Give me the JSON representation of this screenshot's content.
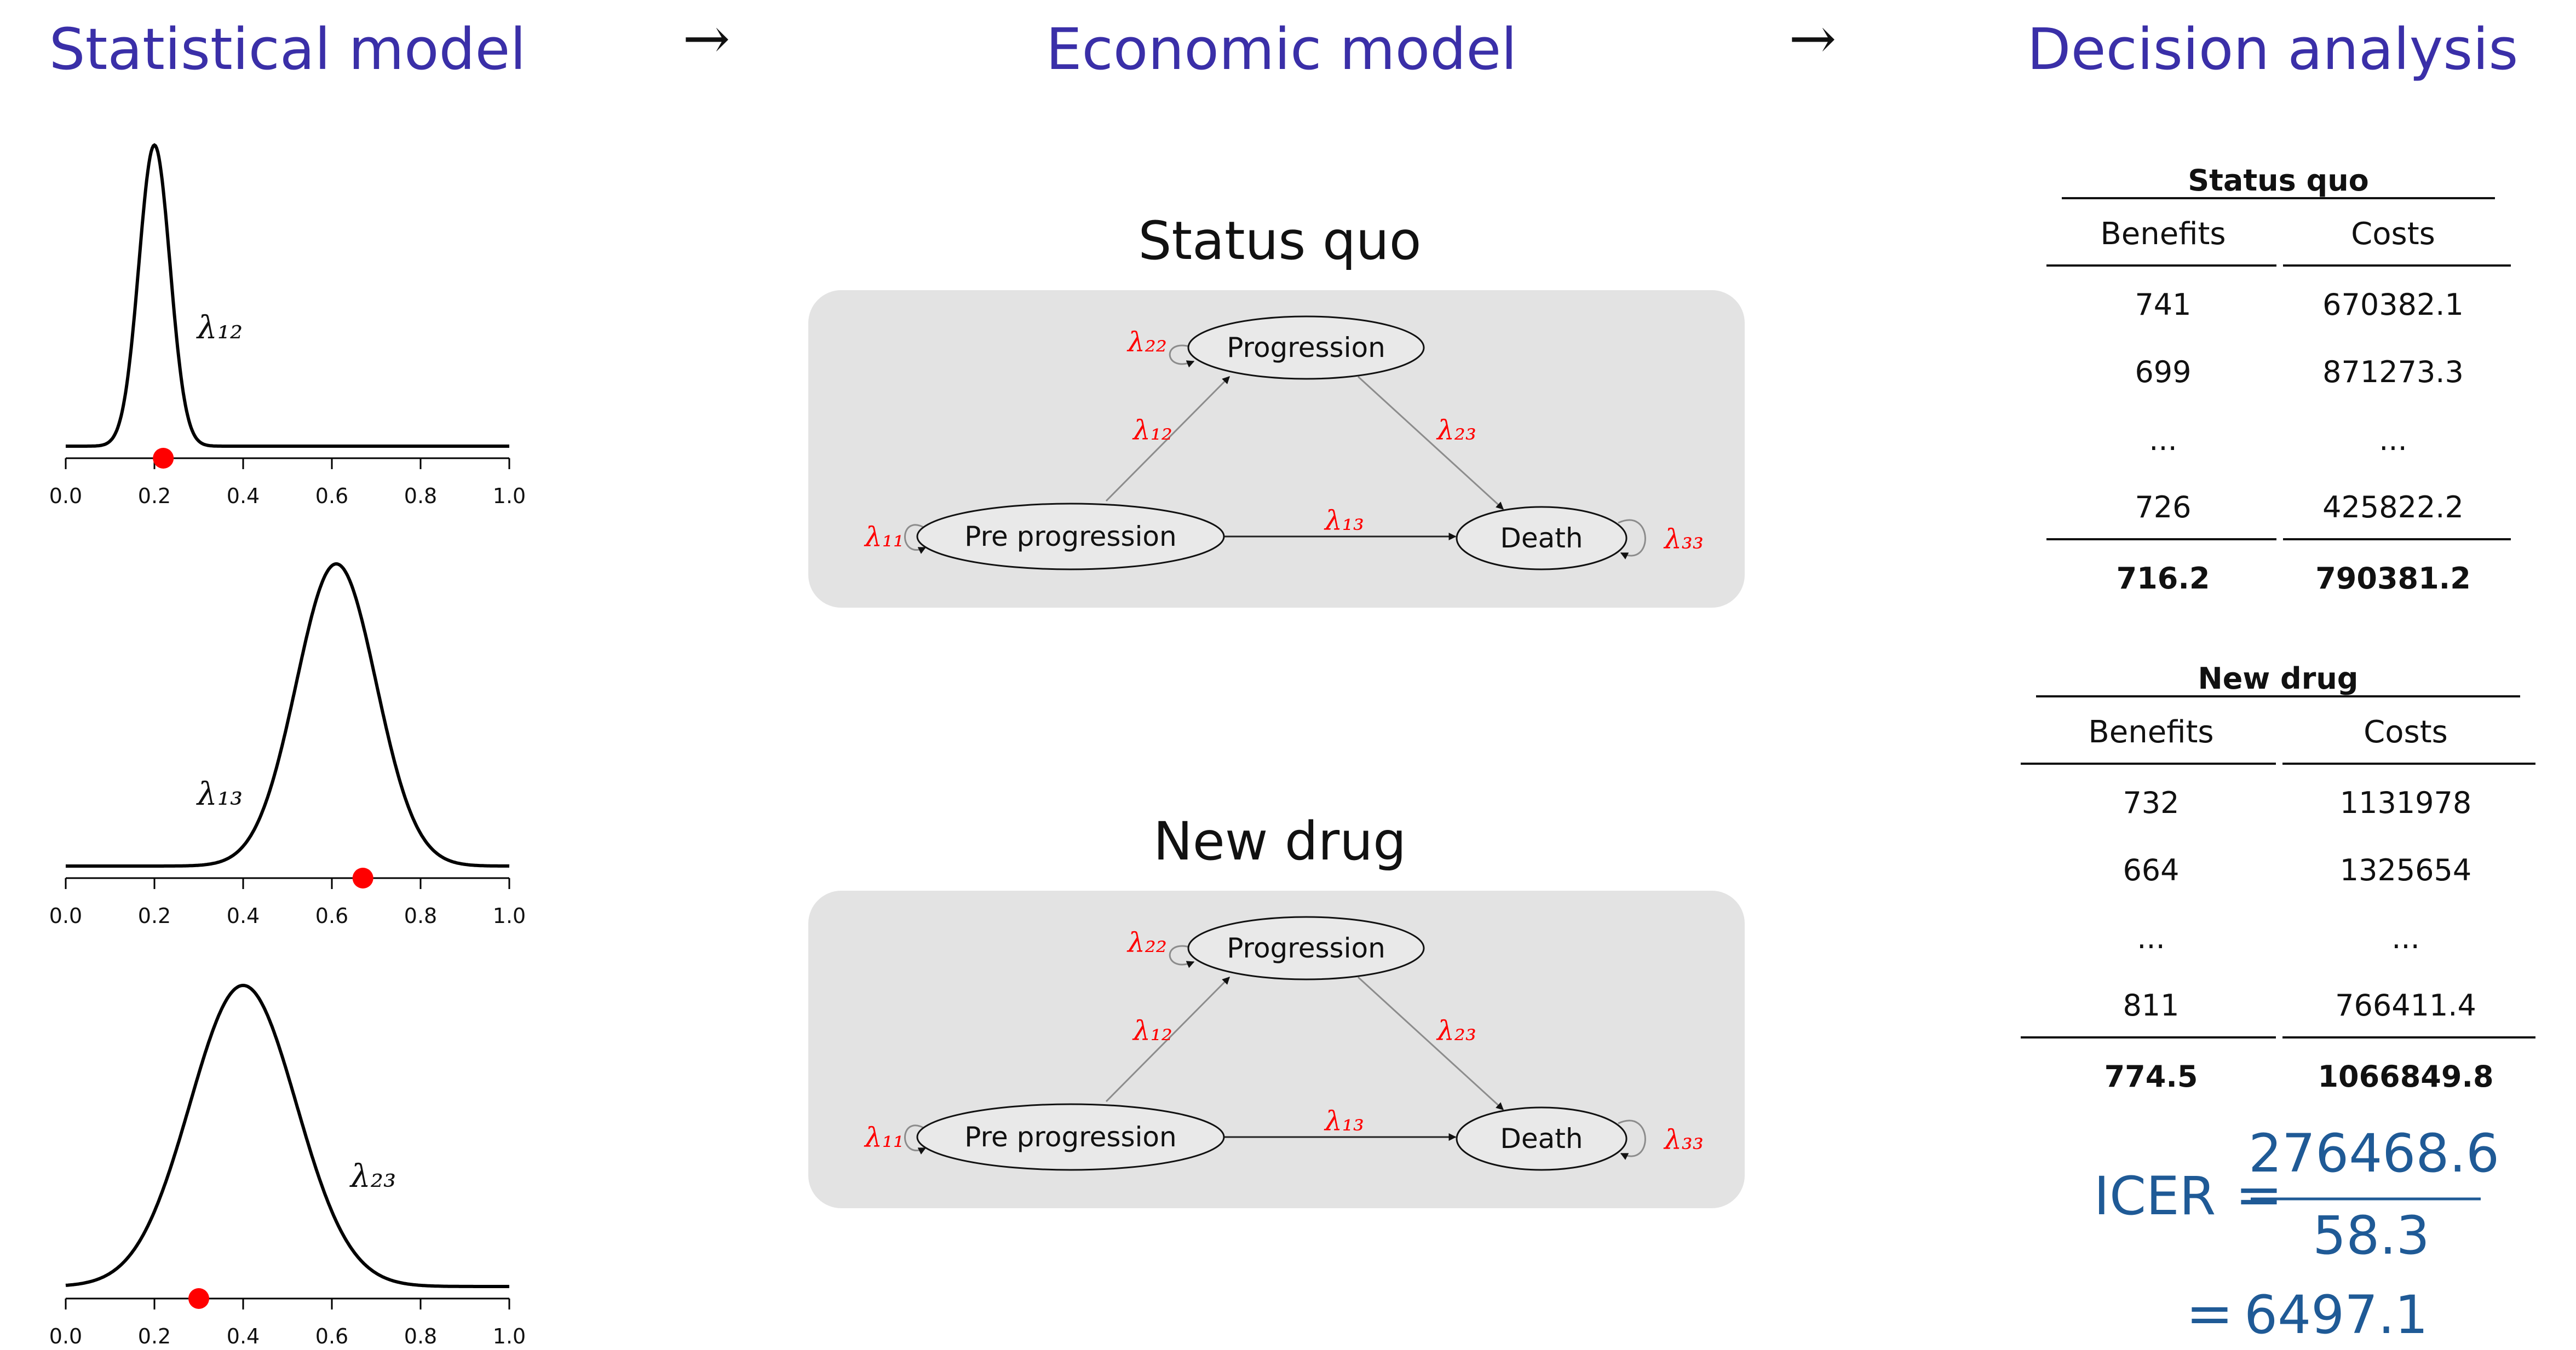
{
  "sections": {
    "statistical": "Statistical model",
    "economic": "Economic model",
    "decision": "Decision analysis",
    "arrow": "→"
  },
  "colors": {
    "heading": "#3a2fa8",
    "highlight": "#ff0000",
    "icer": "#1f5a96",
    "panel_bg": "#e3e3e3",
    "edge": "#8c8c8c"
  },
  "chart_data": [
    {
      "type": "line",
      "distribution": "density",
      "label": "λ₁₂",
      "xlim": [
        0,
        1
      ],
      "ticks": [
        0,
        0.2,
        0.4,
        0.6,
        0.8,
        1
      ],
      "tick_labels": [
        "0.0",
        "0.2",
        "0.4",
        "0.6",
        "0.8",
        "1.0"
      ],
      "mode": 0.2,
      "sd": 0.035,
      "sample": 0.22
    },
    {
      "type": "line",
      "distribution": "density",
      "label": "λ₁₃",
      "xlim": [
        0,
        1
      ],
      "ticks": [
        0,
        0.2,
        0.4,
        0.6,
        0.8,
        1
      ],
      "tick_labels": [
        "0.0",
        "0.2",
        "0.4",
        "0.6",
        "0.8",
        "1.0"
      ],
      "mode": 0.61,
      "sd": 0.09,
      "sample": 0.67
    },
    {
      "type": "line",
      "distribution": "density",
      "label": "λ₂₃",
      "xlim": [
        0,
        1
      ],
      "ticks": [
        0,
        0.2,
        0.4,
        0.6,
        0.8,
        1
      ],
      "tick_labels": [
        "0.0",
        "0.2",
        "0.4",
        "0.6",
        "0.8",
        "1.0"
      ],
      "mode": 0.4,
      "sd": 0.12,
      "sample": 0.3
    }
  ],
  "models": [
    {
      "title": "Status quo",
      "states": {
        "pre": "Pre progression",
        "prog": "Progression",
        "death": "Death"
      },
      "labels": {
        "l11": "λ₁₁",
        "l12": "λ₁₂",
        "l13": "λ₁₃",
        "l22": "λ₂₂",
        "l23": "λ₂₃",
        "l33": "λ₃₃"
      }
    },
    {
      "title": "New drug",
      "states": {
        "pre": "Pre progression",
        "prog": "Progression",
        "death": "Death"
      },
      "labels": {
        "l11": "λ₁₁",
        "l12": "λ₁₂",
        "l13": "λ₁₃",
        "l22": "λ₂₂",
        "l23": "λ₂₃",
        "l33": "λ₃₃"
      }
    }
  ],
  "tables": [
    {
      "title": "Status quo",
      "headers": [
        "Benefits",
        "Costs"
      ],
      "rows": [
        [
          "741",
          "670382.1"
        ],
        [
          "699",
          "871273.3"
        ],
        [
          "...",
          "..."
        ],
        [
          "726",
          "425822.2"
        ]
      ],
      "total": [
        "716.2",
        "790381.2"
      ]
    },
    {
      "title": "New drug",
      "headers": [
        "Benefits",
        "Costs"
      ],
      "rows": [
        [
          "732",
          "1131978"
        ],
        [
          "664",
          "1325654"
        ],
        [
          "...",
          "..."
        ],
        [
          "811",
          "766411.4"
        ]
      ],
      "total": [
        "774.5",
        "1066849.8"
      ]
    }
  ],
  "icer": {
    "label": "ICER",
    "equals": "=",
    "numerator": "276468.6",
    "denominator": "58.3",
    "result": "6497.1"
  }
}
